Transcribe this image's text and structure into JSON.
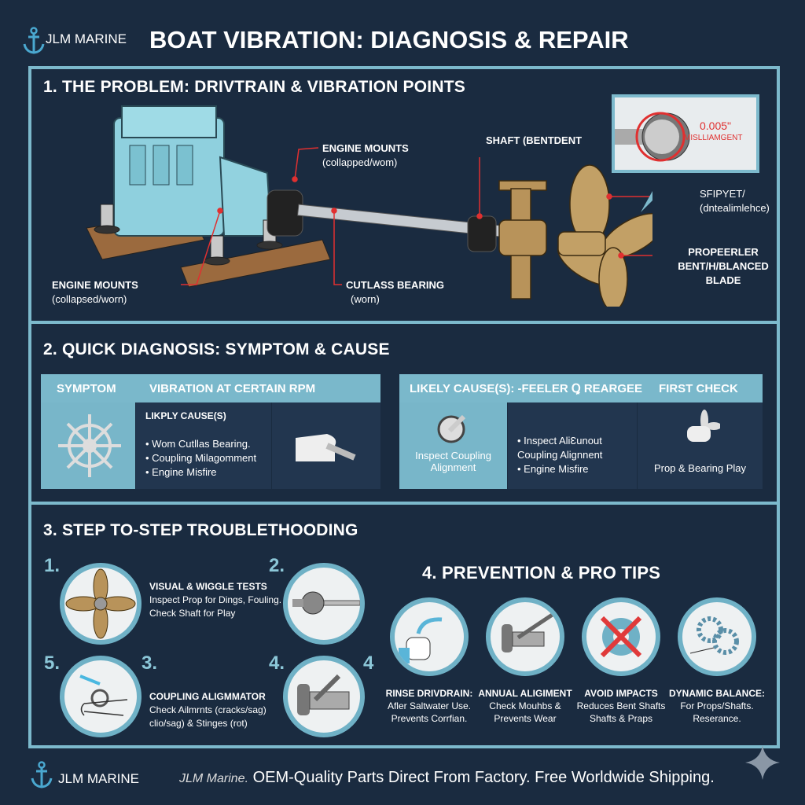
{
  "header": {
    "brand": "JLM MARINE",
    "title": "BOAT VIBRATION: DIAGNOSIS & REPAIR"
  },
  "section1": {
    "heading": "1. THE PROBLEM: DRIVTRAIN & VIBRATION POINTS",
    "labels": {
      "engine_mounts_top": {
        "title": "ENGINE MOUNTS",
        "sub": "(collapped/wom)"
      },
      "shaft": {
        "title": "SHAFT (BENTDENT"
      },
      "inset_value": "0.005\"",
      "inset_text": "MISLLIAMGENT",
      "shaft_right": {
        "title": "SFIPYET/",
        "sub": "(dntealimlehce)"
      },
      "propeller": {
        "title": "PROPEERLER",
        "line2": "BENT/H/BLANCED",
        "line3": "BLADE"
      },
      "engine_mounts_bottom": {
        "title": "ENGINE MOUNTS",
        "sub": "(collapsed/worn)"
      },
      "cutlass": {
        "title": "CUTLASS BEARING",
        "sub": "(worn)"
      }
    }
  },
  "section2": {
    "heading": "2. QUICK DIAGNOSIS: SYMPTOM & CAUSE",
    "left_table": {
      "header_col1": "SYMPTOM",
      "header_col2": "VIBRATION AT CERTAIN RPM",
      "causes_title": "LIKPLY CAUSE(S)",
      "causes": [
        "Wom Cutllas Bearing.",
        "Coupling Milagomment",
        "Engine Misfire"
      ]
    },
    "right_table": {
      "header_col1": "LIKELY CAUSE(S): -FEELER Ꝗ REARGEE",
      "header_col2": "FIRST CHECK",
      "cell1": "Inspect Coupling Alignment",
      "causes": [
        "Inspect AliƐunout Coupling Alignnent",
        "Engine Misfire"
      ],
      "cell3": "Prop & Bearing Play"
    }
  },
  "section3": {
    "heading": "3. STEP TO-STEP TROUBLETHOODING",
    "numbers": [
      "1.",
      "2.",
      "5.",
      "3.",
      "4.",
      "4"
    ],
    "step1": {
      "title": "VISUAL & WIGGLE TESTS",
      "lines": [
        "Inspect Prop for Dings, Fouling.",
        "Check Shaft for Play"
      ]
    },
    "step3": {
      "title": "COUPLING ALIGMMATOR",
      "lines": [
        "Check Ailmrnts (cracks/sag)",
        "clio/sag) & Stinges (rot)"
      ]
    }
  },
  "section4": {
    "heading": "4. PREVENTION & PRO TIPS",
    "tips": [
      {
        "title": "RINSE DRIVDRAIN:",
        "lines": [
          "Afler Saltwater Use.",
          "Prevents Corrfian."
        ]
      },
      {
        "title": "ANNUAL ALIGIMENT",
        "lines": [
          "Check Mouhbs &",
          "Prevents Wear"
        ]
      },
      {
        "title": "AVOID IMPACTS",
        "lines": [
          "Reduces Bent Shafts",
          "Shafts & Praps"
        ]
      },
      {
        "title": "DYNAMIC BALANCE:",
        "lines": [
          "For Props/Shafts.",
          "Reserance."
        ]
      }
    ]
  },
  "footer": {
    "brand": "JLM MARINE",
    "tagline_brand": "JLM Marine.",
    "tagline": "OEM-Quality Parts Direct From Factory. Free Worldwide Shipping."
  },
  "colors": {
    "background": "#1a2b40",
    "frame": "#7cb9cc",
    "callout": "#e03030",
    "bronze": "#b8935a",
    "engine": "#8fd0de"
  }
}
